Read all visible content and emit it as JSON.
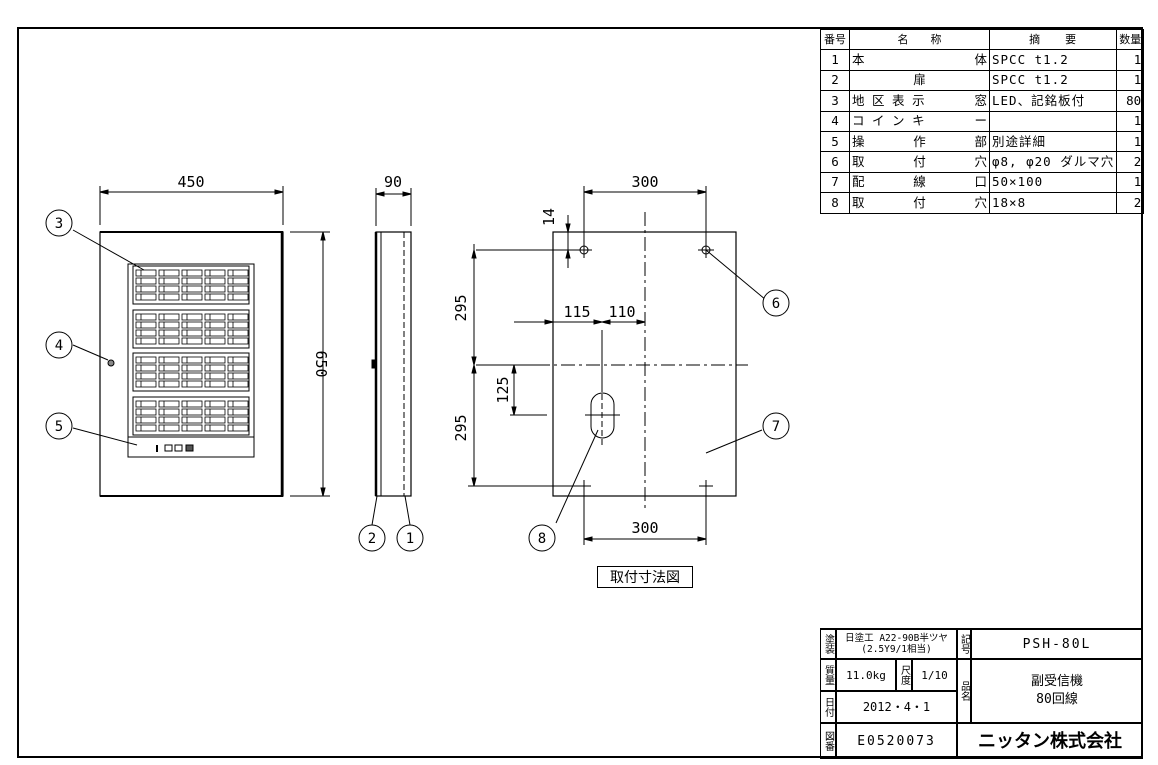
{
  "parts_table": {
    "headers": {
      "no": "番号",
      "name": "名　　称",
      "desc": "摘　　要",
      "qty": "数量"
    },
    "rows": [
      {
        "no": "1",
        "name_l": "本",
        "name_c": "",
        "name_r": "体",
        "desc": "SPCC t1.2",
        "qty": "1"
      },
      {
        "no": "2",
        "name_l": "",
        "name_c": "扉",
        "name_r": "",
        "desc": "SPCC t1.2",
        "qty": "1"
      },
      {
        "no": "3",
        "name_l": "地 区 表 示",
        "name_c": "",
        "name_r": "窓",
        "desc": "LED、記銘板付",
        "qty": "80"
      },
      {
        "no": "4",
        "name_l": "コ イ ン キ",
        "name_c": "",
        "name_r": "ー",
        "desc": "",
        "qty": "1"
      },
      {
        "no": "5",
        "name_l": "操",
        "name_c": "作",
        "name_r": "部",
        "desc": "別途詳細",
        "qty": "1"
      },
      {
        "no": "6",
        "name_l": "取",
        "name_c": "付",
        "name_r": "穴",
        "desc": "φ8, φ20 ダルマ穴",
        "qty": "2"
      },
      {
        "no": "7",
        "name_l": "配",
        "name_c": "線",
        "name_r": "口",
        "desc": "50×100",
        "qty": "1"
      },
      {
        "no": "8",
        "name_l": "取",
        "name_c": "付",
        "name_r": "穴",
        "desc": "18×8",
        "qty": "2"
      }
    ]
  },
  "title_block": {
    "paint_label": "塗装",
    "paint_value": "日塗工 A22-90B半ツヤ (2.5Y9/1相当)",
    "symbol_label": "記号",
    "model": "PSH-80L",
    "mass_label": "質量",
    "mass_value": "11.0kg",
    "scale_label": "尺度",
    "scale_value": "1/10",
    "product_label": "品名",
    "product_name_line1": "副受信機",
    "product_name_line2": "80回線",
    "date_label": "日付",
    "date_value": "2012・4・1",
    "drawing_no_label": "図番",
    "drawing_no": "E0520073",
    "company": "ニッタン株式会社"
  },
  "dimensions": {
    "front_width": "450",
    "front_height": "650",
    "side_depth": "90",
    "mount_top_width": "300",
    "mount_bottom_width": "300",
    "mount_top_offset": "14",
    "mount_upper_height": "295",
    "mount_lower_height": "295",
    "hole_offset_left": "115",
    "hole_offset_right": "110",
    "hole_height": "125"
  },
  "callouts": [
    "1",
    "2",
    "3",
    "4",
    "5",
    "6",
    "7",
    "8"
  ],
  "caption": "取付寸法図"
}
